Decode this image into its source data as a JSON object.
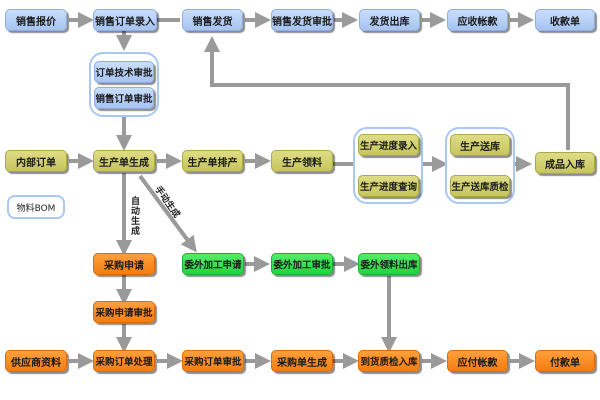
{
  "colors": {
    "sales": "#b3cdf5",
    "production": "#d3d272",
    "purchase": "#f58a22",
    "outsourcing": "#35e04f",
    "connector": "#9a9a9a",
    "group_border": "#a9c8f5"
  },
  "sales": {
    "quote": "销售报价",
    "order_entry": "销售订单录入",
    "delivery": "销售发货",
    "delivery_approval": "销售发货审批",
    "outbound": "发货出库",
    "receivable": "应收帐款",
    "receipt": "收款单",
    "tech_approval": "订单技术审批",
    "order_approval": "销售订单审批"
  },
  "production": {
    "internal_order": "内部订单",
    "generate": "生产单生成",
    "schedule": "生产单排产",
    "material_pick": "生产领料",
    "progress_entry": "生产进度录入",
    "progress_query": "生产进度查询",
    "delivery_to_stock": "生产送库",
    "delivery_qc": "生产送库质检",
    "finished_stock": "成品入库",
    "bom": "物料BOM"
  },
  "labels": {
    "auto_generate": "自动生成",
    "manual_generate": "手动生成"
  },
  "purchase": {
    "request": "采购申请",
    "request_approval": "采购申请审批",
    "supplier": "供应商资料",
    "order_process": "采购订单处理",
    "order_approval": "采购订单审批",
    "order_generate": "采购单生成",
    "arrival_qc": "到货质检入库",
    "payable": "应付帐款",
    "payment": "付款单"
  },
  "outsourcing": {
    "request": "委外加工申请",
    "approval": "委外加工审批",
    "material_out": "委外领料出库"
  }
}
